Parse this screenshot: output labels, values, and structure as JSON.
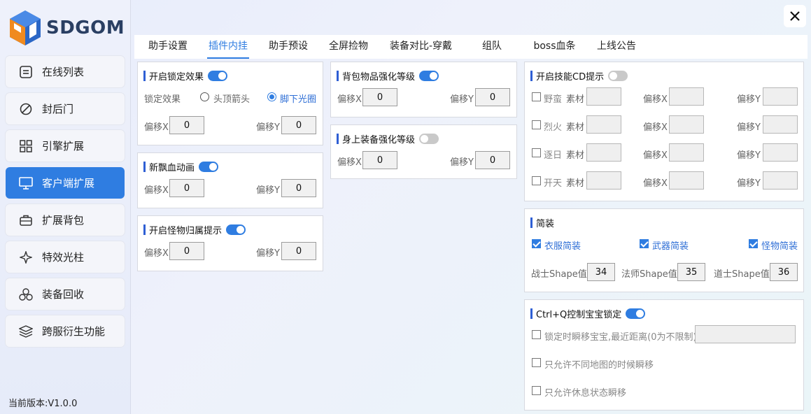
{
  "brand": {
    "name": "SDGOM"
  },
  "sidebar": {
    "items": [
      {
        "label": "在线列表",
        "icon": "list-icon"
      },
      {
        "label": "封后门",
        "icon": "ban-icon"
      },
      {
        "label": "引擎扩展",
        "icon": "grid-icon"
      },
      {
        "label": "客户端扩展",
        "icon": "monitor-icon",
        "active": true
      },
      {
        "label": "扩展背包",
        "icon": "briefcase-icon"
      },
      {
        "label": "特效光柱",
        "icon": "sparkle-icon"
      },
      {
        "label": "装备回收",
        "icon": "recycle-icon"
      },
      {
        "label": "跨服衍生功能",
        "icon": "layers-icon"
      }
    ],
    "version": "当前版本:V1.0.0"
  },
  "tabs": [
    "助手设置",
    "插件内挂",
    "助手预设",
    "全屏捡物",
    "装备对比-穿戴",
    "组队",
    "boss血条",
    "上线公告"
  ],
  "lock": {
    "title": "开启锁定效果",
    "enabled": true,
    "effect_label": "锁定效果",
    "option1": "头顶箭头",
    "option2": "脚下光圈",
    "selected": "脚下光圈",
    "offx_label": "偏移X",
    "offx": "0",
    "offy_label": "偏移Y",
    "offy": "0"
  },
  "blood": {
    "title": "新飘血动画",
    "enabled": true,
    "offx_label": "偏移X",
    "offx": "0",
    "offy_label": "偏移Y",
    "offy": "0"
  },
  "monster": {
    "title": "开启怪物归属提示",
    "enabled": true,
    "offx_label": "偏移X",
    "offx": "0",
    "offy_label": "偏移Y",
    "offy": "0"
  },
  "bag": {
    "title": "背包物品强化等级",
    "enabled": true,
    "offx_label": "偏移X",
    "offx": "0",
    "offy_label": "偏移Y",
    "offy": "0"
  },
  "equip": {
    "title": "身上装备强化等级",
    "enabled": false,
    "offx_label": "偏移X",
    "offx": "0",
    "offy_label": "偏移Y",
    "offy": "0"
  },
  "skillcd": {
    "title": "开启技能CD提示",
    "enabled": false,
    "mat_label": "素材",
    "offx_label": "偏移X",
    "offy_label": "偏移Y",
    "skills": [
      {
        "name": "野蛮"
      },
      {
        "name": "烈火"
      },
      {
        "name": "逐日"
      },
      {
        "name": "开天"
      }
    ]
  },
  "simple": {
    "title": "简装",
    "clothes": "衣服简装",
    "weapon": "武器简装",
    "monster": "怪物简装",
    "warrior_label": "战士Shape值",
    "warrior": "34",
    "mage_label": "法师Shape值",
    "mage": "35",
    "taoist_label": "道士Shape值",
    "taoist": "36"
  },
  "ctrlq": {
    "title": "Ctrl+Q控制宝宝锁定",
    "enabled": true,
    "opt1": "锁定时瞬移宝宝,最近距离(0为不限制)",
    "opt2": "只允许不同地图的时候瞬移",
    "opt3": "只允许休息状态瞬移"
  },
  "colors": {
    "accent": "#2f7de1",
    "title_bar": "#2f5fd4"
  }
}
